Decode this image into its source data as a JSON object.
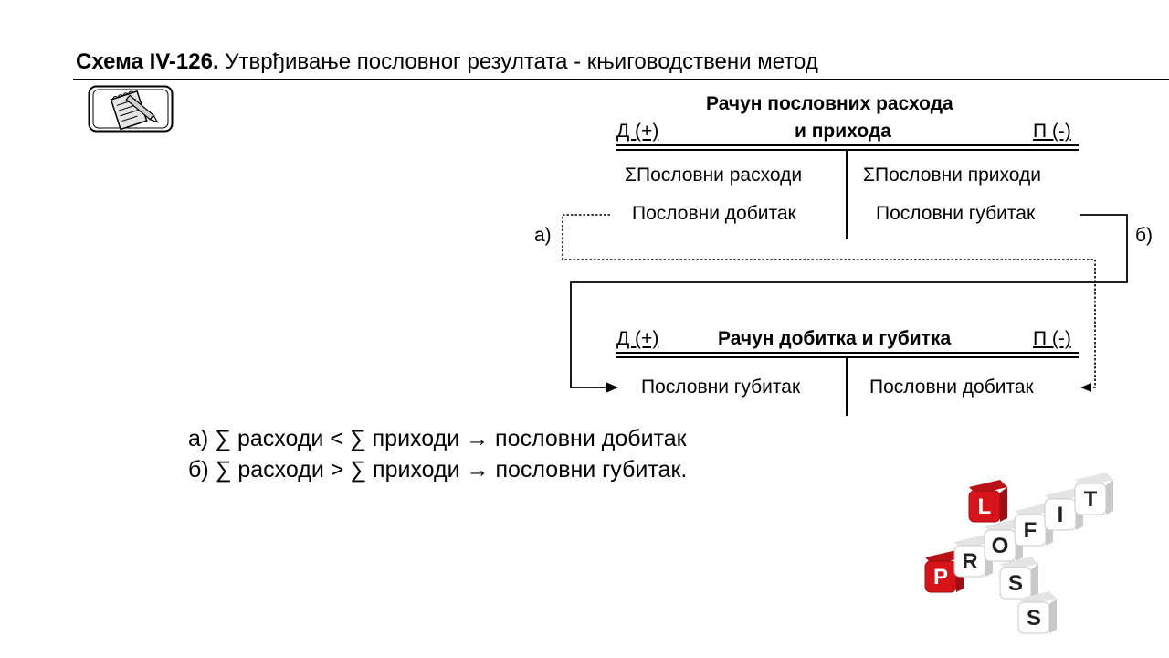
{
  "heading": {
    "bold": "Схема IV-126.",
    "rest": " Утврђивање пословног резултата - књиговодствени метод"
  },
  "account1": {
    "title_line1": "Рачун пословних расхода",
    "title_line2": "и прихода",
    "debit": "Д (+)",
    "credit": "П (-)",
    "left_row1": "ΣПословни расходи",
    "right_row1": "ΣПословни приходи",
    "left_row2": "Пословни добитак",
    "right_row2": "Пословни губитак"
  },
  "account2": {
    "title": "Рачун добитка и губитка",
    "debit": "Д (+)",
    "credit": "П (-)",
    "left_row": "Пословни губитак",
    "right_row": "Пословни добитак"
  },
  "markers": {
    "a": "а)",
    "b": "б)"
  },
  "formulas": {
    "line1": "а) ∑ расходи <  ∑ приходи → пословни добитак",
    "line2": "б) ∑ расходи >  ∑ приходи → пословни губитак."
  },
  "cubes": {
    "word1_letters": [
      "P",
      "R",
      "O",
      "F",
      "I",
      "T"
    ],
    "word2_letters": [
      "L",
      "O",
      "S",
      "S"
    ],
    "red": "#d8141b",
    "white": "#ffffff"
  },
  "icons": {
    "note": "notepad-pencil-icon"
  }
}
